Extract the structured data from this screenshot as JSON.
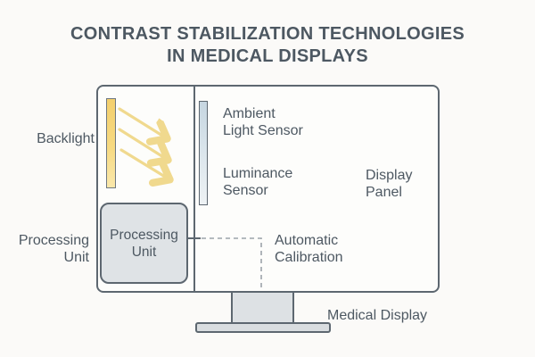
{
  "title": {
    "line1": "CONTRAST STABILIZATION TECHNOLOGIES",
    "line2": "IN MEDICAL DISPLAYS"
  },
  "labels": {
    "backlight": "Backlight",
    "ambient_light_sensor": "Ambient\nLight Sensor",
    "luminance_sensor": "Luminance\nSensor",
    "display_panel": "Display\nPanel",
    "processing_unit_outer": "Processing\nUnit",
    "processing_unit_box": "Processing\nUnit",
    "automatic_calibration": "Automatic\nCalibration",
    "medical_display": "Medical Display"
  },
  "colors": {
    "background": "#fbfaf8",
    "text": "#4d5862",
    "outline": "#5d6770",
    "backlight_yellow": "#f5d67a",
    "light_ray_yellow": "#f0d98e",
    "sensor_blue": "#c6d6e1",
    "processing_box_gray": "#dfe3e6",
    "stand_gray": "#d9dde0",
    "dashed_line_gray": "#9ca3a9"
  }
}
